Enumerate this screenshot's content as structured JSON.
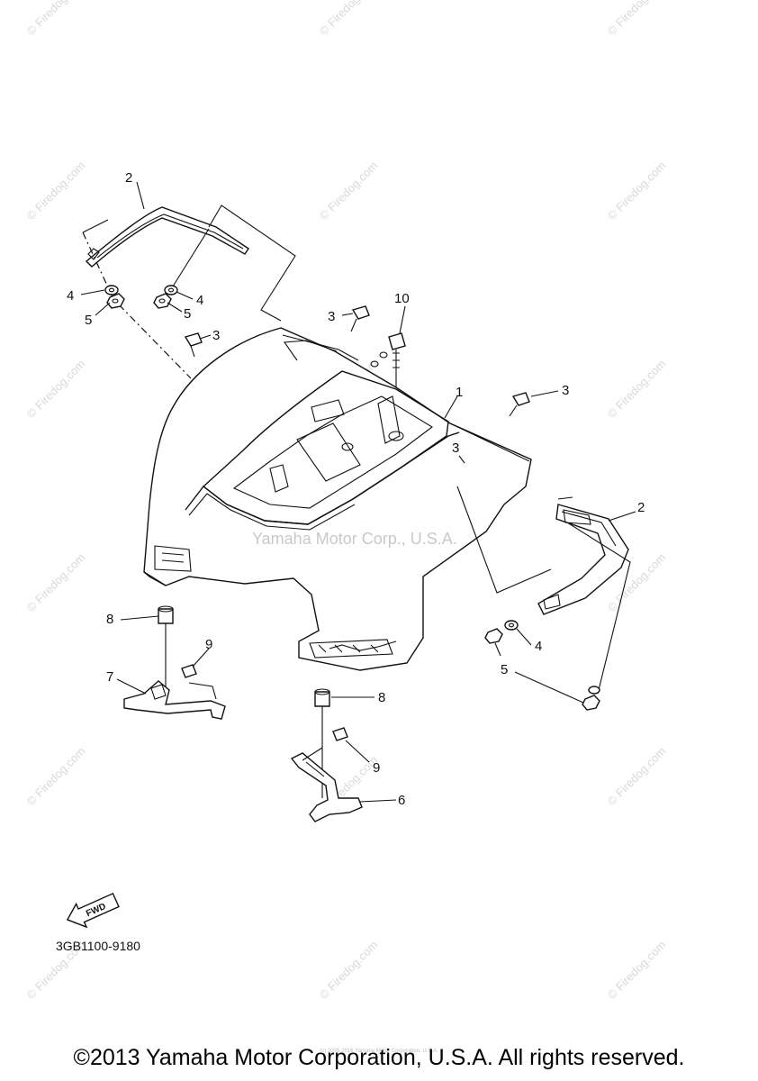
{
  "diagram": {
    "labels": {
      "part_1": "1",
      "part_2_left": "2",
      "part_2_right": "2",
      "part_3_a": "3",
      "part_3_b": "3",
      "part_3_c": "3",
      "part_3_d": "3",
      "part_4_a": "4",
      "part_4_b": "4",
      "part_4_c": "4",
      "part_5_a": "5",
      "part_5_b": "5",
      "part_5_c": "5",
      "part_6": "6",
      "part_7": "7",
      "part_8_a": "8",
      "part_8_b": "8",
      "part_9_a": "9",
      "part_9_b": "9",
      "part_10": "10"
    },
    "fwd_arrow_text": "FWD",
    "part_code": "3GB1100-9180",
    "center_watermark": "Yamaha Motor Corp., U.S.A.",
    "watermark_text": "© Firedog.com",
    "footer_small": "(c) 2005-2016 Yamaha Motor Corporation, U.S.A.",
    "copyright": "©2013 Yamaha Motor Corporation, U.S.A. All rights reserved."
  }
}
